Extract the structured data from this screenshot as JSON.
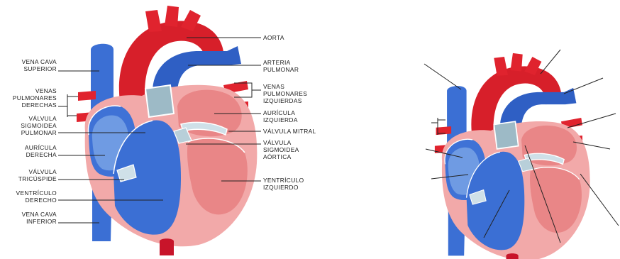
{
  "colors": {
    "vein_blue": "#3b6fd4",
    "vein_blue_dark": "#1f46a8",
    "artery_red": "#e0232e",
    "artery_red_dark": "#b2141e",
    "heart_pink": "#f0a0a0",
    "muscle_pink": "#e98687",
    "valve_grey": "#9dbac6",
    "line": "#222222"
  },
  "labels": {
    "left": [
      {
        "id": "vena-cava-superior",
        "text": "VENA CAVA\nSUPERIOR"
      },
      {
        "id": "venas-pulmonares-derechas",
        "text": "VENAS\nPULMONARES\nDERECHAS"
      },
      {
        "id": "valvula-sigmoidea-pulmonar",
        "text": "VÁLVULA\nSIGMOIDEA\nPULMONAR"
      },
      {
        "id": "auricula-derecha",
        "text": "AURÍCULA\nDERECHA"
      },
      {
        "id": "valvula-tricuspide",
        "text": "VÁLVULA\nTRICÚSPIDE"
      },
      {
        "id": "ventriculo-derecho",
        "text": "VENTRÍCULO\nDERECHO"
      },
      {
        "id": "vena-cava-inferior",
        "text": "VENA CAVA\nINFERIOR"
      }
    ],
    "right": [
      {
        "id": "aorta",
        "text": "AORTA"
      },
      {
        "id": "arteria-pulmonar",
        "text": "ARTERIA\nPULMONAR"
      },
      {
        "id": "venas-pulmonares-izquierdas",
        "text": "VENAS\nPULMONARES\nIZQUIERDAS"
      },
      {
        "id": "auricula-izquierda",
        "text": "AURÍCULA\nIZQUIERDA"
      },
      {
        "id": "valvula-mitral",
        "text": "VÁLVULA MITRAL"
      },
      {
        "id": "valvula-sigmoidea-aortica",
        "text": "VÁLVULA\nSIGMOIDEA\nAÓRTICA"
      },
      {
        "id": "ventriculo-izquierdo",
        "text": "YENTRÍCULO\nIZQUIERDO"
      }
    ]
  }
}
